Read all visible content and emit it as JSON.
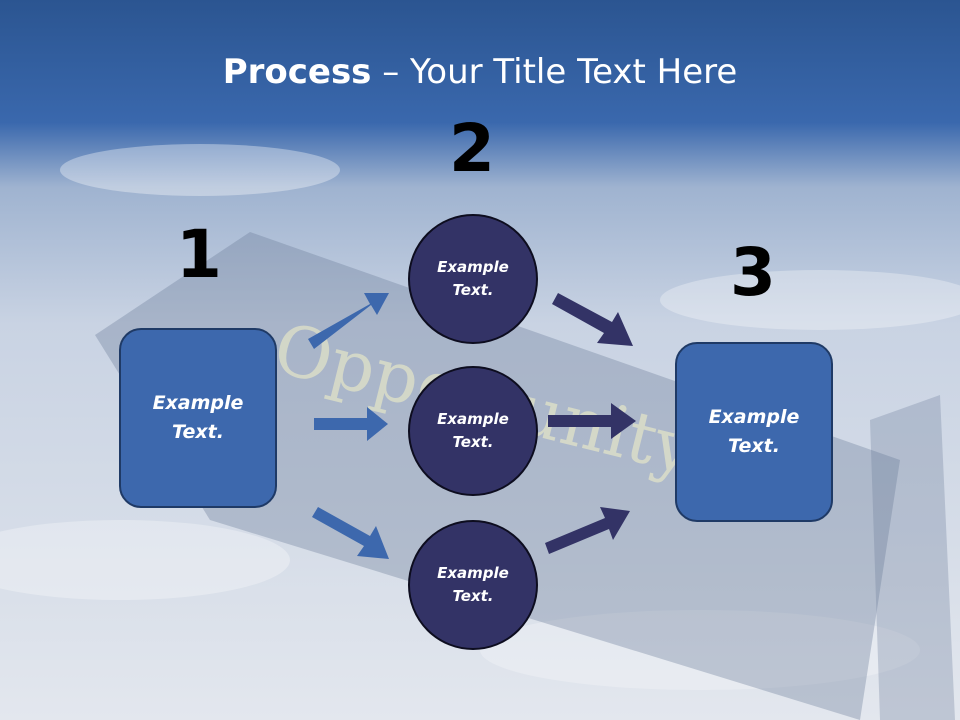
{
  "title": {
    "bold": "Process",
    "rest": " – Your Title Text Here"
  },
  "background_word": "Opportunity",
  "step_numbers": [
    "1",
    "2",
    "3"
  ],
  "left_box": {
    "line1": "Example",
    "line2": "Text."
  },
  "circles": [
    {
      "line1": "Example",
      "line2": "Text."
    },
    {
      "line1": "Example",
      "line2": "Text."
    },
    {
      "line1": "Example",
      "line2": "Text."
    }
  ],
  "right_box": {
    "line1": "Example",
    "line2": "Text."
  },
  "colors": {
    "left_arrows": "#3d68ad",
    "right_arrows": "#333366",
    "box": "#3d68ad",
    "circle": "#333366"
  }
}
